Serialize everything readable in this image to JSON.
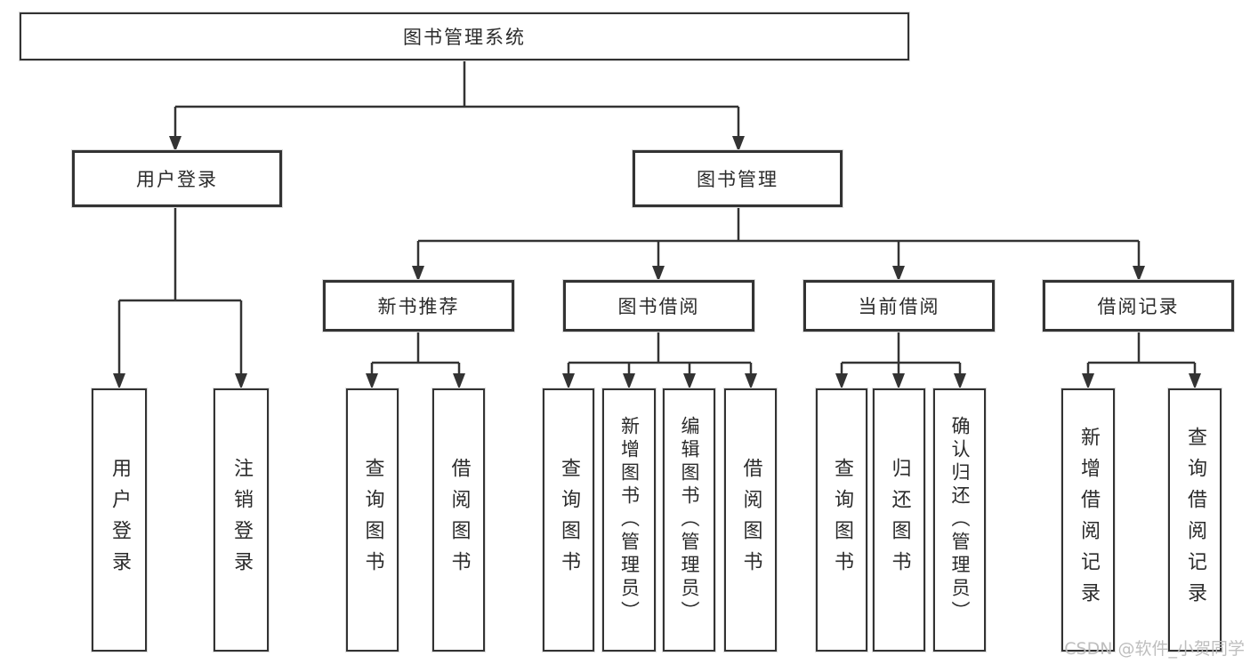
{
  "tree": {
    "root": "图书管理系统",
    "level2": {
      "user_login": "用户登录",
      "book_mgmt": "图书管理"
    },
    "level3": {
      "new_books": "新书推荐",
      "book_borrow": "图书借阅",
      "current_borrow": "当前借阅",
      "borrow_records": "借阅记录"
    },
    "leaves": {
      "user_login_leaf": "用户登录",
      "logout": "注销登录",
      "nb_query": "查询图书",
      "nb_borrow": "借阅图书",
      "bb_query": "查询图书",
      "bb_add": "新增图书（管理员）",
      "bb_edit": "编辑图书（管理员）",
      "bb_borrow": "借阅图书",
      "cb_query": "查询图书",
      "cb_return": "归还图书",
      "cb_confirm": "确认归还（管理员）",
      "br_add": "新增借阅记录",
      "br_query": "查询借阅记录"
    }
  },
  "watermark": "CSDN @软件_小贺同学",
  "colors": {
    "line": "#333333",
    "box_border": "#333333",
    "text": "#2b2b2b",
    "watermark": "#bababa",
    "background": "#ffffff"
  }
}
